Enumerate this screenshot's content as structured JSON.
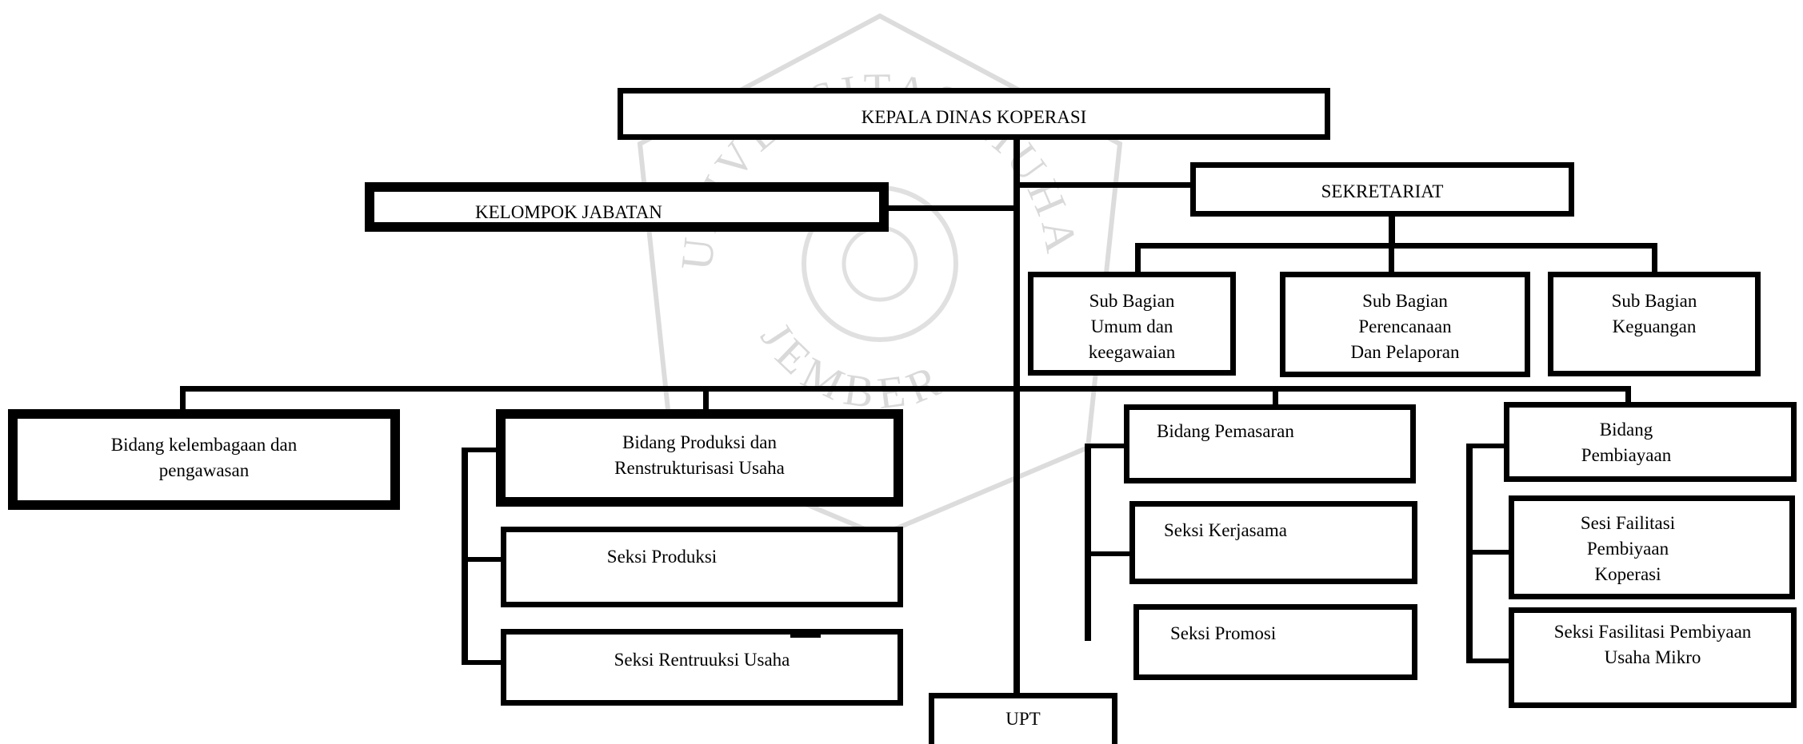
{
  "watermark": {
    "text_top": "UNIVERSITAS MUHAMMADIYAH",
    "text_bottom": "JEMBER"
  },
  "org": {
    "head": "KEPALA DINAS KOPERASI",
    "functional_group": "KELOMPOK JABATAN",
    "secretariat": "SEKRETARIAT",
    "sub_sections": [
      "Sub Bagian\nUmum dan\nkeegawaian",
      "Sub Bagian\nPerencanaan\nDan Pelaporan",
      "Sub Bagian\nKeguangan"
    ],
    "divisions": {
      "kelembagaan": "Bidang kelembagaan dan\npengawasan",
      "produksi": "Bidang Produksi dan\nRenstrukturisasi Usaha",
      "pemasaran": "Bidang Pemasaran",
      "pembiayaan": "Bidang\nPembiayaan"
    },
    "sections": {
      "seksi_produksi": "Seksi Produksi",
      "seksi_restrukturisasi": "Seksi Rentruuksi Usaha",
      "seksi_kerjasama": "Seksi Kerjasama",
      "seksi_promosi": "Seksi Promosi",
      "seksi_fasilitasi_koperasi": "Sesi Failitasi\nPembiyaan\nKoperasi",
      "seksi_fasilitasi_mikro": "Seksi Fasilitasi Pembiyaan\nUsaha Mikro"
    },
    "upt": "UPT"
  }
}
